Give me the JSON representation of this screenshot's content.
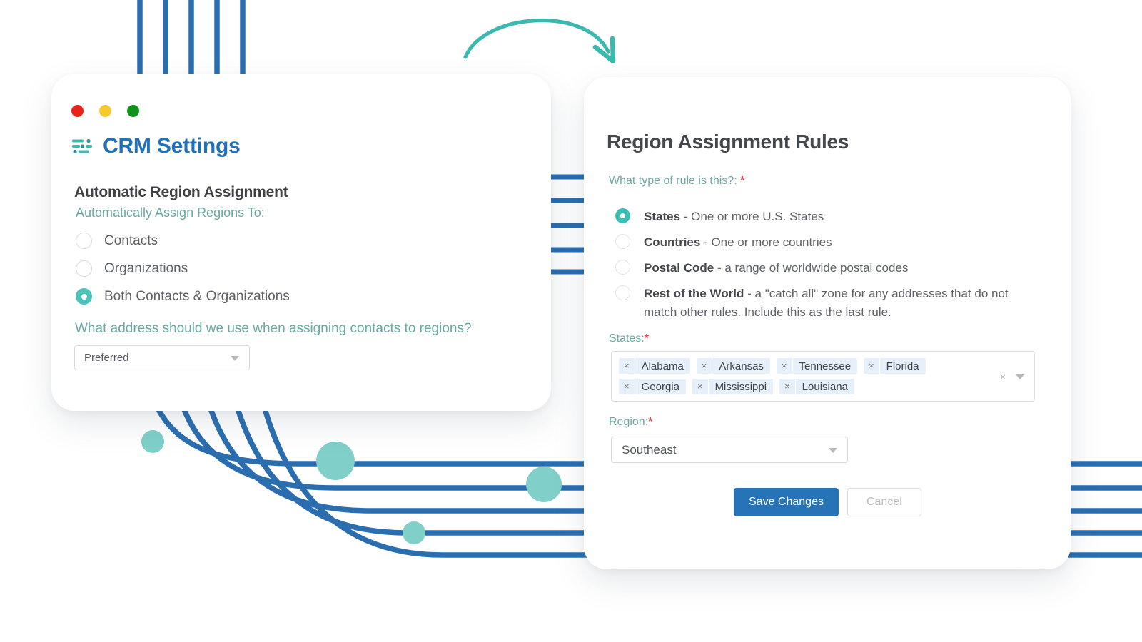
{
  "colors": {
    "brand_blue": "#2271b6",
    "teal": "#4cc3b9",
    "line_blue": "#2a6eb0",
    "dot_teal": "#80cfc9",
    "label_teal": "#6fa8a3",
    "required_red": "#e0484f",
    "primary_button": "#2674b7"
  },
  "decor": {
    "arrow_icon": "curved-arrow-icon",
    "arrow_color": "#3cb9ae"
  },
  "left_card": {
    "window_dots": [
      {
        "name": "close-dot",
        "color": "#e8231a"
      },
      {
        "name": "minimize-dot",
        "color": "#f5ca2e"
      },
      {
        "name": "maximize-dot",
        "color": "#12921a"
      }
    ],
    "app_icon": "sliders-settings-icon",
    "title": "CRM Settings",
    "section_heading": "Automatic Region Assignment",
    "assign_label": "Automatically Assign Regions To:",
    "assign_options": [
      {
        "label": "Contacts",
        "selected": false
      },
      {
        "label": "Organizations",
        "selected": false
      },
      {
        "label": "Both Contacts & Organizations",
        "selected": true
      }
    ],
    "address_question": "What address should we use when assigning contacts to regions?",
    "address_select": {
      "value": "Preferred",
      "caret_icon": "chevron-down-icon"
    }
  },
  "right_card": {
    "title": "Region Assignment Rules",
    "rule_type_label": "What type of rule is this?:",
    "required_mark": "*",
    "rule_options": [
      {
        "name": "States",
        "desc": " - One or more U.S. States",
        "selected": true
      },
      {
        "name": "Countries",
        "desc": " - One or more countries",
        "selected": false
      },
      {
        "name": "Postal Code",
        "desc": " - a range of worldwide postal codes",
        "selected": false
      },
      {
        "name": "Rest of the World",
        "desc": " - a \"catch all\" zone for any addresses that do not match other rules. Include this as the last rule.",
        "selected": false
      }
    ],
    "states_label": "States:",
    "states_chips": [
      {
        "remove_icon": "×",
        "label": "Alabama"
      },
      {
        "remove_icon": "×",
        "label": "Arkansas"
      },
      {
        "remove_icon": "×",
        "label": "Tennessee"
      },
      {
        "remove_icon": "×",
        "label": "Florida"
      },
      {
        "remove_icon": "×",
        "label": "Georgia"
      },
      {
        "remove_icon": "×",
        "label": "Mississippi"
      },
      {
        "remove_icon": "×",
        "label": "Louisiana"
      }
    ],
    "states_clear_icon": "×",
    "states_caret_icon": "chevron-down-icon",
    "region_label": "Region:",
    "region_select": {
      "value": "Southeast",
      "caret_icon": "chevron-down-icon"
    },
    "buttons": {
      "save": "Save Changes",
      "cancel": "Cancel"
    }
  }
}
